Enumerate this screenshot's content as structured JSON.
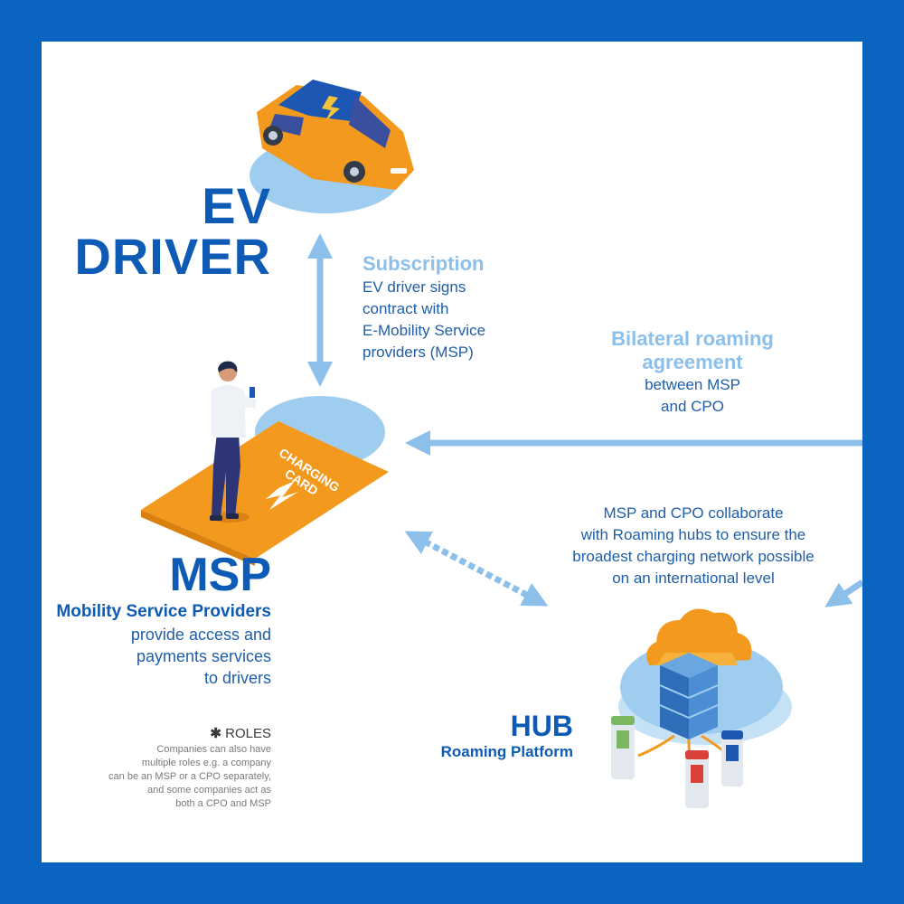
{
  "ev_driver": {
    "line1": "EV",
    "line2": "DRIVER"
  },
  "subscription": {
    "title": "Subscription",
    "lines": [
      "EV driver signs",
      "contract with",
      "E-Mobility Service",
      "providers (MSP)"
    ]
  },
  "bilateral": {
    "title_line1": "Bilateral roaming",
    "title_line2": "agreement",
    "lines": [
      "between MSP",
      "and CPO"
    ]
  },
  "collaborate": {
    "lines": [
      "MSP and CPO collaborate",
      "with Roaming hubs to ensure the",
      "broadest charging network possible",
      "on an international level"
    ]
  },
  "card": {
    "line1": "CHARGING",
    "line2": "CARD"
  },
  "msp": {
    "title": "MSP",
    "subtitle": "Mobility Service Providers",
    "lines": [
      "provide access and",
      "payments services",
      "to drivers"
    ]
  },
  "roles": {
    "title": "ROLES",
    "lines": [
      "Companies can also have",
      "multiple roles e.g. a company",
      "can be an MSP or a CPO separately,",
      "and some companies act as",
      "both a CPO and MSP"
    ]
  },
  "hub": {
    "title": "HUB",
    "subtitle": "Roaming Platform"
  },
  "colors": {
    "frame": "#0a64c0",
    "navy": "#0d5bb5",
    "light_blue": "#8cc0ea",
    "orange": "#f39a1e"
  }
}
